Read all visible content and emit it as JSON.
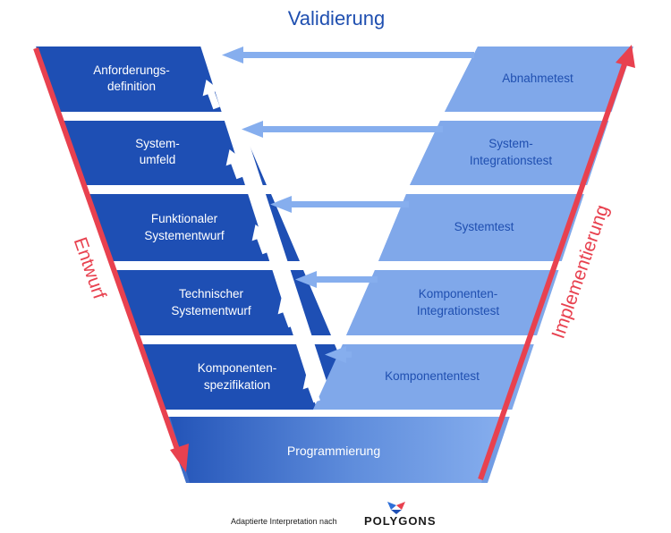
{
  "diagram": {
    "title": "Validierung",
    "left_axis_label": "Entwurf",
    "right_axis_label": "Implementierung",
    "design_phases": [
      {
        "line1": "Anforderungs-",
        "line2": "definition"
      },
      {
        "line1": "System-",
        "line2": "umfeld"
      },
      {
        "line1": "Funktionaler",
        "line2": "Systementwurf"
      },
      {
        "line1": "Technischer",
        "line2": "Systementwurf"
      },
      {
        "line1": "Komponenten-",
        "line2": "spezifikation"
      }
    ],
    "test_phases": [
      {
        "line1": "Abnahmetest",
        "line2": ""
      },
      {
        "line1": "System-",
        "line2": "Integrationstest"
      },
      {
        "line1": "Systemtest",
        "line2": ""
      },
      {
        "line1": "Komponenten-",
        "line2": "Integrationstest"
      },
      {
        "line1": "Komponententest",
        "line2": ""
      }
    ],
    "base_phase": "Programmierung"
  },
  "footer": {
    "text": "Adaptierte Interpretation nach",
    "brand": "POLYGONS"
  },
  "colors": {
    "dark_blue": "#1e4fb4",
    "light_blue": "#80a8ea",
    "arrow_blue": "#86aeee",
    "red": "#e8414f",
    "title_blue": "#1f4fb0"
  }
}
